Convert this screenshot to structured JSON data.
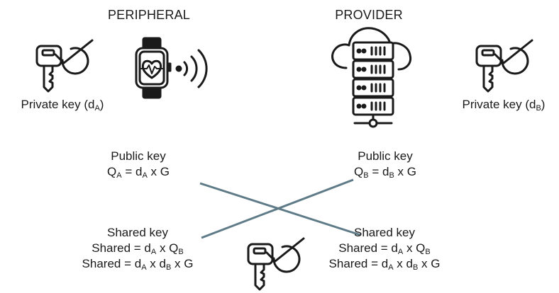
{
  "headings": {
    "left": "PERIPHERAL",
    "right": "PROVIDER"
  },
  "private_key": {
    "left": {
      "text": "Private key (d",
      "sub": "A",
      "close": ")"
    },
    "right": {
      "text": "Private key (d",
      "sub": "B",
      "close": ")"
    }
  },
  "public_key": {
    "left": {
      "title": "Public key",
      "q": "Q",
      "q_sub": "A",
      "eq": " = d",
      "d_sub": "A",
      "tail": " x G"
    },
    "right": {
      "title": "Public key",
      "q": "Q",
      "q_sub": "B",
      "eq": " = d",
      "d_sub": "B",
      "tail": " x G"
    }
  },
  "shared_key": {
    "left": {
      "title": "Shared key",
      "line1": {
        "a": "Shared = d",
        "a_sub": "A",
        "b": " x Q",
        "b_sub": "B"
      },
      "line2": {
        "a": "Shared = d",
        "a_sub": "A",
        "b": " x d",
        "b_sub": "B",
        "c": " x G"
      }
    },
    "right": {
      "title": "Shared key",
      "line1": {
        "a": "Shared = d",
        "a_sub": "A",
        "b": " x Q",
        "b_sub": "B"
      },
      "line2": {
        "a": "Shared = d",
        "a_sub": "A",
        "b": " x d",
        "b_sub": "B",
        "c": " x G"
      }
    }
  },
  "icons": [
    "key-check-icon",
    "smartwatch-signal-icon",
    "cloud-server-icon"
  ],
  "colors": {
    "cross_line": "#5f7b88",
    "ink": "#1a1a1a"
  }
}
